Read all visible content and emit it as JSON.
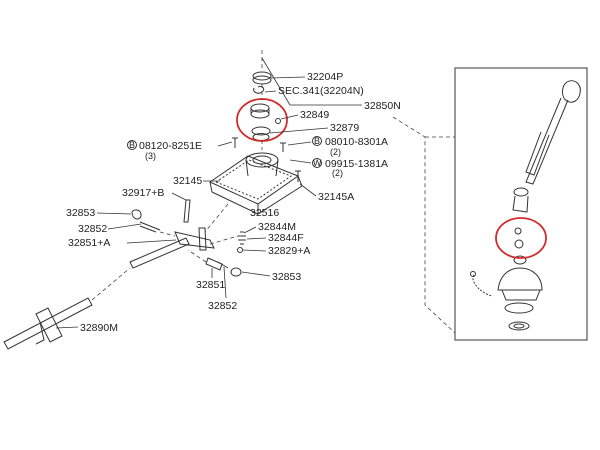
{
  "labels": {
    "p32204P": "32204P",
    "sec341": "SEC.341(32204N)",
    "p32850N": "32850N",
    "p32849": "32849",
    "p32879": "32879",
    "bolt08120": "08120-8251E",
    "bolt08120_qty": "(3)",
    "bolt08010": "08010-8301A",
    "bolt08010_qty": "(2)",
    "wash09915": "09915-1381A",
    "wash09915_qty": "(2)",
    "p32145": "32145",
    "p32145A": "32145A",
    "p32917B": "32917+B",
    "p32516": "32516",
    "p32853a": "32853",
    "p32852a": "32852",
    "p32844M": "32844M",
    "p32844F": "32844F",
    "p32851A": "32851+A",
    "p32829A": "32829+A",
    "p32851": "32851",
    "p32853b": "32853",
    "p32852b": "32852",
    "p32890M": "32890M"
  },
  "icons": {
    "bolt": "B",
    "washer": "W"
  },
  "colors": {
    "line": "#333333",
    "highlight": "#d42a2a"
  }
}
